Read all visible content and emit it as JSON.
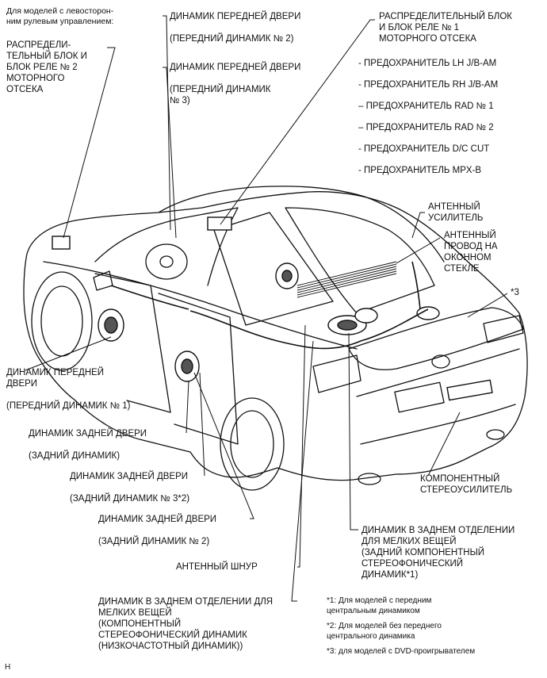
{
  "labels": {
    "lhd_note": "Для моделей с левосторон-\nним рулевым управлением:",
    "relay_block_2": "РАСПРЕДЕЛИ-\nТЕЛЬНЫЙ БЛОК И\nБЛОК РЕЛЕ № 2\nМОТОРНОГО\nОТСЕКА",
    "front_door_speaker_2": "ДИНАМИК ПЕРЕДНЕЙ ДВЕРИ\n\n(ПЕРЕДНИЙ ДИНАМИК № 2)",
    "front_door_speaker_3": "ДИНАМИК ПЕРЕДНЕЙ ДВЕРИ\n\n(ПЕРЕДНИЙ ДИНАМИК\n№ 3)",
    "relay_block_1": "РАСПРЕДЕЛИТЕЛЬНЫЙ БЛОК\nИ БЛОК РЕЛЕ № 1\nМОТОРНОГО ОТСЕКА",
    "antenna_amp": "АНТЕННЫЙ\nУСИЛИТЕЛЬ",
    "antenna_wire": "АНТЕННЫЙ\nПРОВОД НА\nОКОННОМ\nСТЕКЛЕ",
    "star3": "*3",
    "front_door_speaker_1": "ДИНАМИК ПЕРЕДНЕЙ\nДВЕРИ\n\n(ПЕРЕДНИЙ ДИНАМИК № 1)",
    "rear_door_speaker": "ДИНАМИК ЗАДНЕЙ ДВЕРИ\n\n(ЗАДНИЙ ДИНАМИК)",
    "rear_door_speaker_3": "ДИНАМИК ЗАДНЕЙ ДВЕРИ\n\n(ЗАДНИЙ ДИНАМИК № 3*2)",
    "rear_door_speaker_2": "ДИНАМИК ЗАДНЕЙ ДВЕРИ\n\n(ЗАДНИЙ ДИНАМИК № 2)",
    "component_amp": "КОМПОНЕНТНЫЙ\nСТЕРЕОУСИЛИТЕЛЬ",
    "rear_shelf_speaker_comp": "ДИНАМИК В ЗАДНЕМ ОТДЕЛЕНИИ\nДЛЯ МЕЛКИХ ВЕЩЕЙ\n(ЗАДНИЙ КОМПОНЕНТНЫЙ\nСТЕРЕОФОНИЧЕСКИЙ\nДИНАМИК*1)",
    "antenna_cord": "АНТЕННЫЙ ШНУР",
    "rear_shelf_woofer": "ДИНАМИК В ЗАДНЕМ ОТДЕЛЕНИИ ДЛЯ\nМЕЛКИХ ВЕЩЕЙ\n(КОМПОНЕНТНЫЙ\nСТЕРЕОФОНИЧЕСКИЙ ДИНАМИК\n(НИЗКОЧАСТОТНЫЙ ДИНАМИК))",
    "note1": "*1: Для моделей с передним\nцентральным динамиком",
    "note2": "*2: Для моделей без переднего\nцентрального динамика",
    "note3": "*3: для моделей с DVD-проигрывателем",
    "corner_mark": "H"
  },
  "fuses": [
    "- ПРЕДОХРАНИТЕЛЬ LH J/B-AM",
    "- ПРЕДОХРАНИТЕЛЬ RH J/B-AM",
    "– ПРЕДОХРАНИТЕЛЬ RAD № 1",
    "– ПРЕДОХРАНИТЕЛЬ RAD № 2",
    "- ПРЕДОХРАНИТЕЛЬ D/C CUT",
    "- ПРЕДОХРАНИТЕЛЬ MPX-B"
  ]
}
